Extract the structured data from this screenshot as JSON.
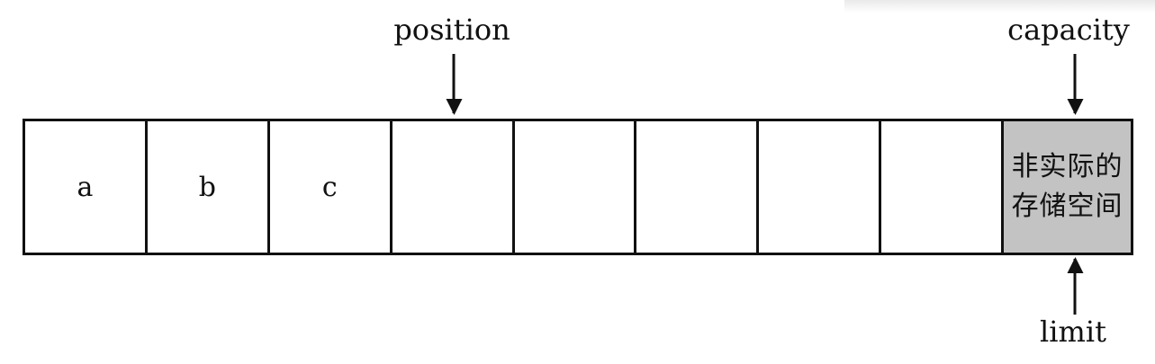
{
  "buffer": {
    "cells": [
      "a",
      "b",
      "c",
      "",
      "",
      "",
      "",
      "",
      ""
    ],
    "reserved_label": "非实际的存储空间"
  },
  "markers": {
    "position": "position",
    "capacity": "capacity",
    "limit": "limit"
  },
  "colors": {
    "reserved_fill": "#c3c3c3",
    "stroke": "#111111"
  }
}
